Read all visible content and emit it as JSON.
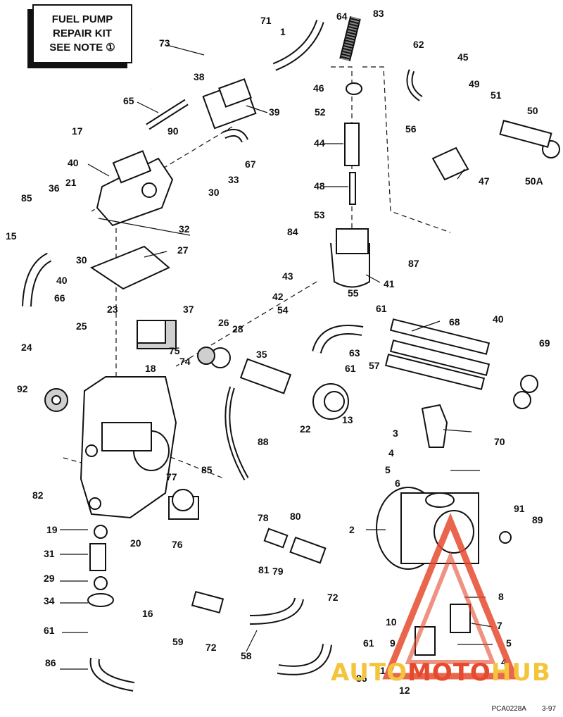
{
  "note": {
    "lines": [
      "FUEL PUMP",
      "REPAIR KIT",
      "SEE NOTE ①"
    ]
  },
  "part_labels": [
    "71",
    "1",
    "64",
    "83",
    "73",
    "62",
    "45",
    "38",
    "46",
    "49",
    "65",
    "39",
    "52",
    "51",
    "50",
    "90",
    "56",
    "17",
    "44",
    "67",
    "40",
    "33",
    "30",
    "47",
    "50A",
    "85",
    "36",
    "21",
    "48",
    "53",
    "32",
    "84",
    "87",
    "15",
    "27",
    "43",
    "41",
    "30",
    "42",
    "55",
    "40",
    "54",
    "66",
    "23",
    "37",
    "61",
    "68",
    "25",
    "26",
    "28",
    "40",
    "69",
    "24",
    "75",
    "63",
    "35",
    "18",
    "74",
    "61",
    "57",
    "92",
    "22",
    "13",
    "88",
    "70",
    "3",
    "4",
    "5",
    "6",
    "82",
    "85",
    "77",
    "91",
    "89",
    "78",
    "80",
    "2",
    "19",
    "20",
    "76",
    "31",
    "81",
    "79",
    "72",
    "29",
    "8",
    "34",
    "16",
    "10",
    "7",
    "61",
    "59",
    "72",
    "58",
    "61",
    "9",
    "5",
    "86",
    "11",
    "4",
    "86",
    "12"
  ],
  "footer": {
    "code": "PCA0228A",
    "date": "3-97"
  },
  "watermark": {
    "word_a": "AUTO",
    "word_b": "MOTO",
    "word_c": "HUB",
    "color_yellow": "#f3c53d",
    "color_red": "#e64a2e"
  }
}
